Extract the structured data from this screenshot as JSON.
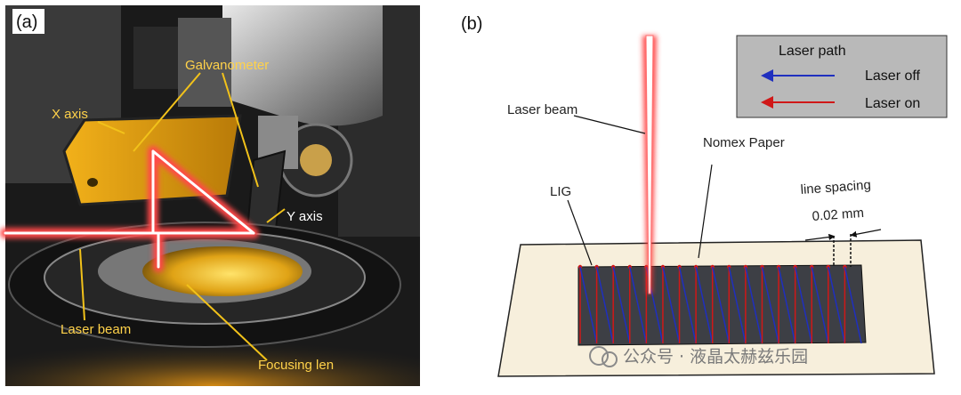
{
  "panel_a": {
    "tag": "(a)",
    "labels": {
      "galvanometer": "Galvanometer",
      "x_axis": "X axis",
      "y_axis": "Y axis",
      "laser_beam": "Laser beam",
      "focusing_len": "Focusing len"
    }
  },
  "panel_b": {
    "tag": "(b)",
    "labels": {
      "laser_beam": "Laser beam",
      "nomex_paper": "Nomex Paper",
      "lig": "LIG",
      "line_spacing": "line spacing",
      "spacing_value": "0.02 mm"
    },
    "legend": {
      "title": "Laser path",
      "items": [
        {
          "label": "Laser off",
          "color": "#1f2fbf"
        },
        {
          "label": "Laser on",
          "color": "#d01818"
        }
      ]
    },
    "colors": {
      "paper": "#f7efdc",
      "lig": "#3d3f45",
      "legend_bg": "#b9b9b9",
      "beam": "#ff3030"
    }
  },
  "watermark": {
    "text": "公众号 · 液晶太赫兹乐园"
  }
}
